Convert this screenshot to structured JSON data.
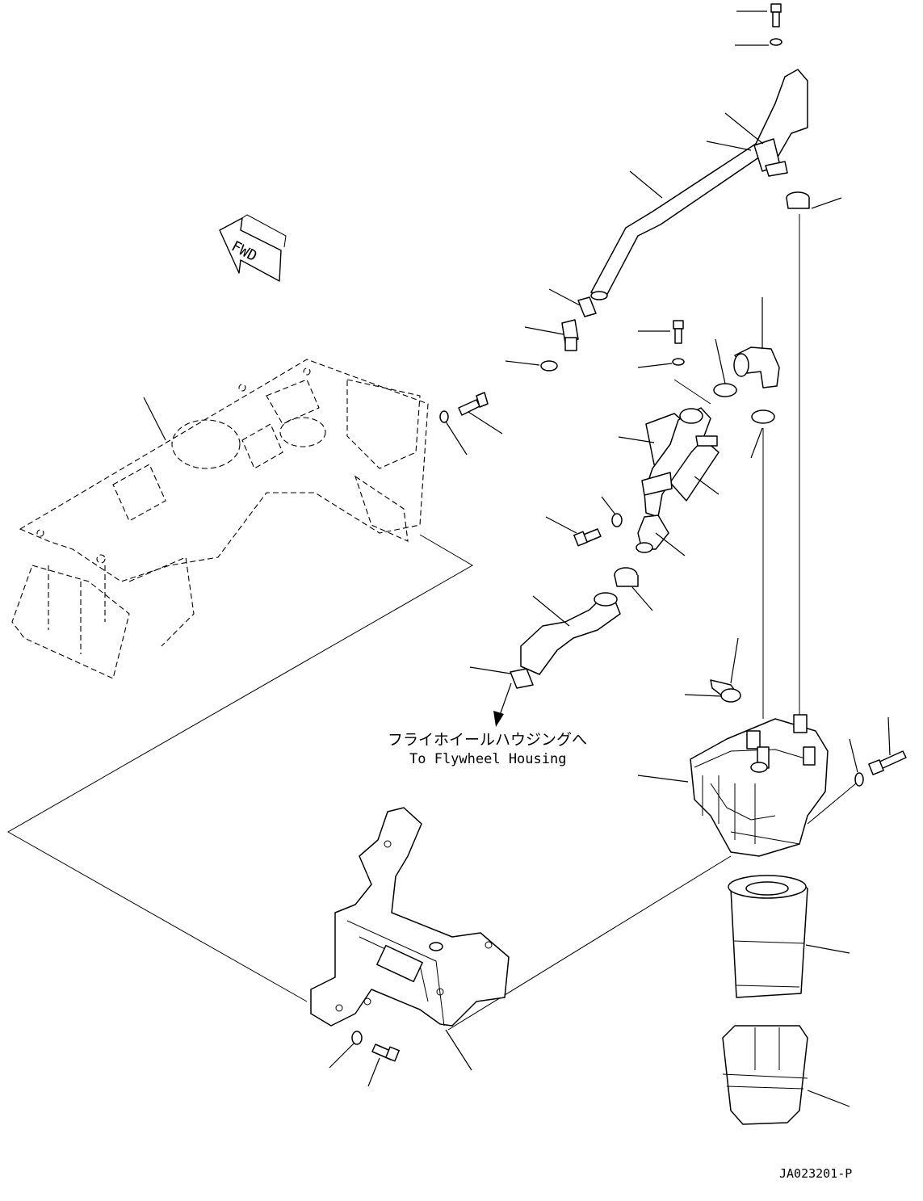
{
  "diagram": {
    "fwd_label": "FWD",
    "destination_jp": "フライホイールハウジングへ",
    "destination_en": "To Flywheel Housing",
    "drawing_code": "JA023201-P"
  }
}
